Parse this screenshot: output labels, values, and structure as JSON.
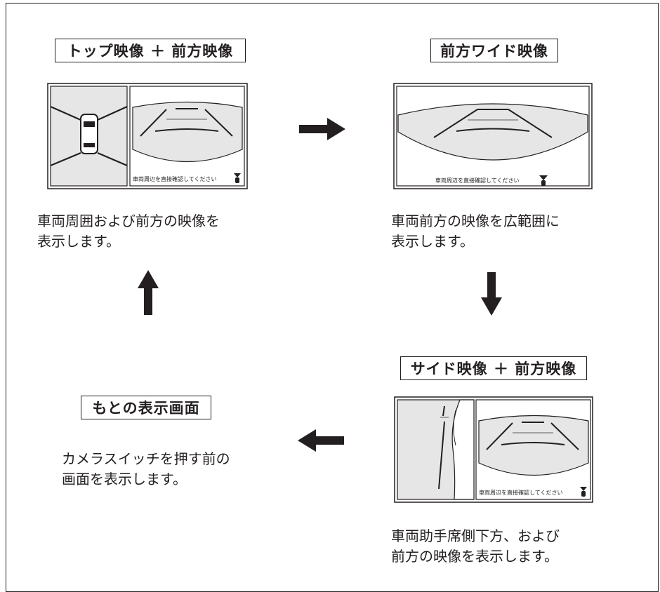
{
  "steps": {
    "top_front": {
      "title": "トップ映像 ＋ 前方映像",
      "desc_line1": "車両周囲および前方の映像を",
      "desc_line2": "表示します。"
    },
    "wide_front": {
      "title": "前方ワイド映像",
      "desc_line1": "車両前方の映像を広範囲に",
      "desc_line2": "表示します。"
    },
    "side_front": {
      "title": "サイド映像 ＋ 前方映像",
      "desc_line1": "車両助手席側下方、および",
      "desc_line2": "前方の映像を表示します。"
    },
    "original": {
      "title": "もとの表示画面",
      "desc_line1": "カメラスイッチを押す前の",
      "desc_line2": "画面を表示します。"
    }
  },
  "screen_caption": "車両周辺を直接確認してください",
  "arrows": [
    "arrow-right-icon",
    "arrow-down-icon",
    "arrow-left-icon",
    "arrow-up-icon"
  ],
  "colors": {
    "line": "#231f20",
    "screen_gray": "#e6e6e6",
    "border": "#231f20"
  }
}
